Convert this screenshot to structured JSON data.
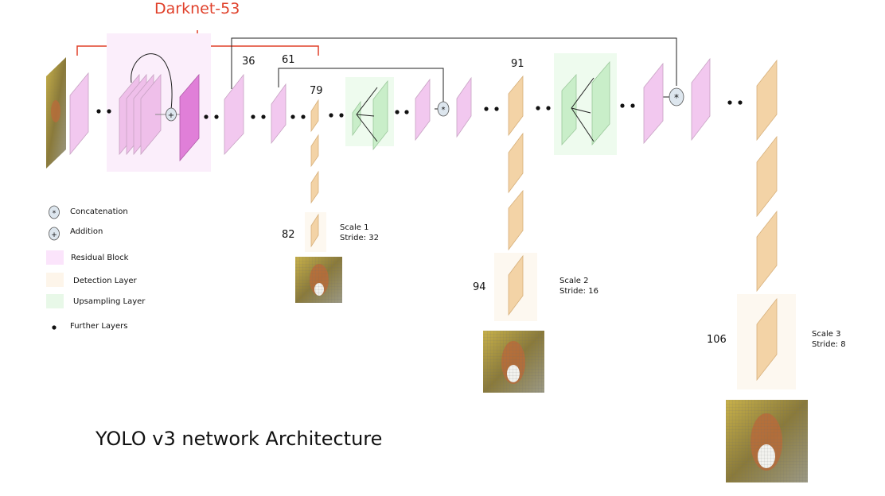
{
  "title": "YOLO v3 network Architecture",
  "backbone_label": "Darknet-53",
  "layer_numbers": {
    "l36": "36",
    "l61": "61",
    "l79": "79",
    "l82": "82",
    "l91": "91",
    "l94": "94",
    "l106": "106"
  },
  "scales": [
    {
      "name": "Scale 1",
      "stride": "Stride: 32"
    },
    {
      "name": "Scale 2",
      "stride": "Stride: 16"
    },
    {
      "name": "Scale 3",
      "stride": "Stride: 8"
    }
  ],
  "legend": {
    "concat_symbol": "*",
    "add_symbol": "+",
    "items": [
      {
        "label": "Concatenation",
        "icon": "concat-icon"
      },
      {
        "label": "Addition",
        "icon": "addition-icon"
      },
      {
        "label": "Residual Block",
        "icon": "residual-block-swatch"
      },
      {
        "label": "Detection Layer",
        "icon": "detection-layer-swatch"
      },
      {
        "label": "Upsampling Layer",
        "icon": "upsampling-layer-swatch"
      },
      {
        "label": "Further Layers",
        "icon": "further-layers-dot"
      }
    ]
  },
  "colors": {
    "residual": "#f2c8ef",
    "residual_dark": "#e07fd8",
    "residual_bg": "#fbeefb",
    "detection": "#f3d3a6",
    "detection_bg": "#fdf8f0",
    "upsampling": "#c9eec9",
    "upsampling_bg": "#eefbee",
    "accent": "#e0402a",
    "op_circle": "#dde6ee"
  }
}
